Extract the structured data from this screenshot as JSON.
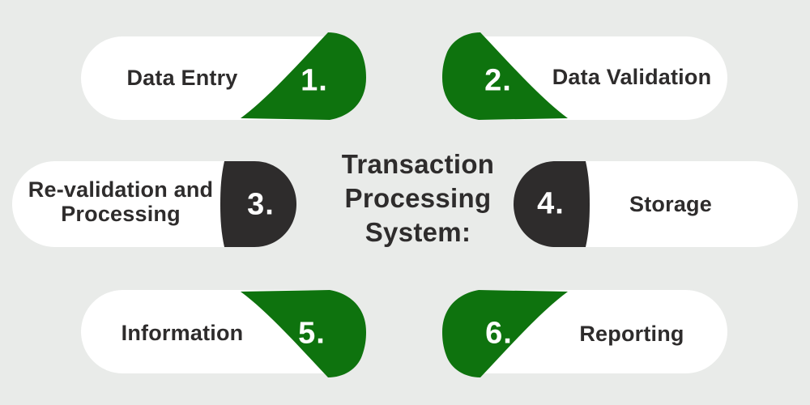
{
  "title": "Transaction Processing System:",
  "colors": {
    "background": "#e9ebe9",
    "pill": "#ffffff",
    "green": "#0e730e",
    "dark": "#2e2c2c",
    "number_text": "#ffffff"
  },
  "items": [
    {
      "number": "1.",
      "label": "Data Entry",
      "shape_color": "green",
      "number_side": "right"
    },
    {
      "number": "2.",
      "label": "Data Validation",
      "shape_color": "green",
      "number_side": "left"
    },
    {
      "number": "3.",
      "label": "Re-validation and Processing",
      "shape_color": "dark",
      "number_side": "right"
    },
    {
      "number": "4.",
      "label": "Storage",
      "shape_color": "dark",
      "number_side": "left"
    },
    {
      "number": "5.",
      "label": "Information",
      "shape_color": "green",
      "number_side": "right"
    },
    {
      "number": "6.",
      "label": "Reporting",
      "shape_color": "green",
      "number_side": "left"
    }
  ]
}
